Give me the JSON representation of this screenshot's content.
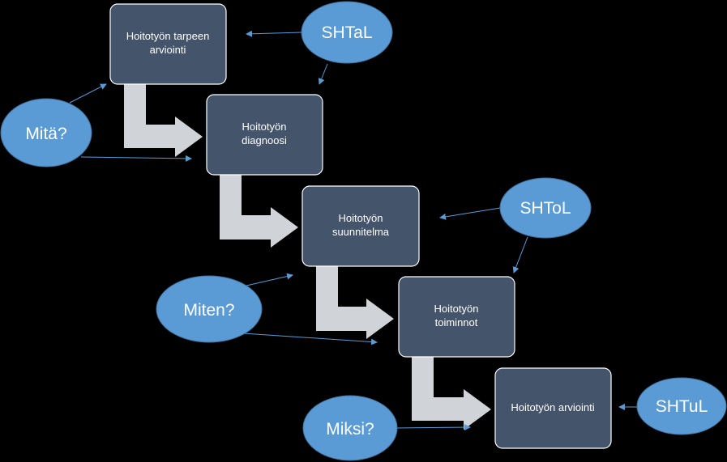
{
  "colors": {
    "background": "#000000",
    "step_fill": "#44546a",
    "step_border": "#ffffff",
    "oval_fill": "#5b9bd5",
    "flow_arrow": "#d0d3d8",
    "thin_arrow": "#5b9bd5"
  },
  "steps": [
    {
      "line1": "Hoitotyön tarpeen",
      "line2": "arviointi"
    },
    {
      "line1": "Hoitotyön",
      "line2": "diagnoosi"
    },
    {
      "line1": "Hoitotyön",
      "line2": "suunnitelma"
    },
    {
      "line1": "Hoitotyön",
      "line2": "toiminnot"
    },
    {
      "line1": "Hoitotyön arviointi",
      "line2": ""
    }
  ],
  "question_ovals": [
    {
      "label": "Mitä?"
    },
    {
      "label": "Miten?"
    },
    {
      "label": "Miksi?"
    }
  ],
  "source_ovals": [
    {
      "label": "SHTaL"
    },
    {
      "label": "SHToL"
    },
    {
      "label": "SHTuL"
    }
  ]
}
